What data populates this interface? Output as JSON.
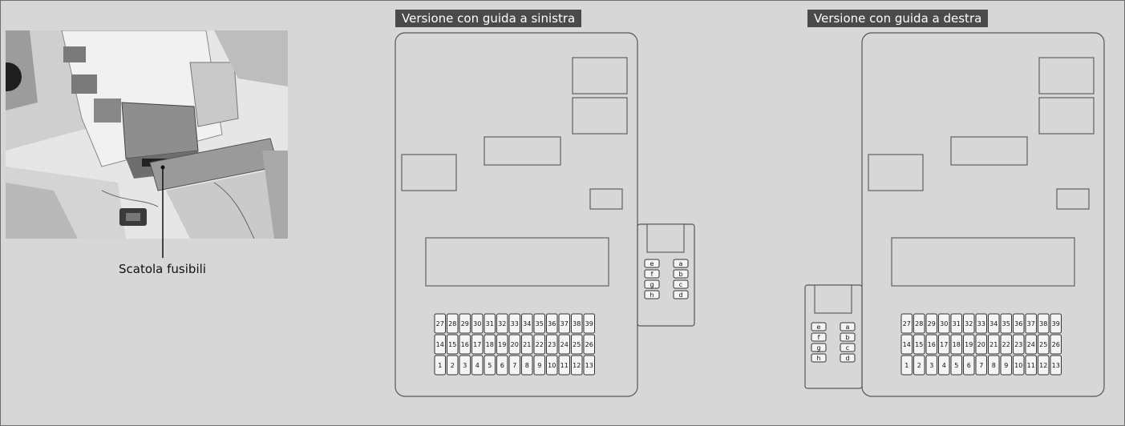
{
  "callout": {
    "label": "Scatola fusibili"
  },
  "panels": [
    {
      "title": "Versione con guida a sinistra"
    },
    {
      "title": "Versione con guida a destra"
    }
  ],
  "fuse_rows": [
    [
      "27",
      "28",
      "29",
      "30",
      "31",
      "32",
      "33",
      "34",
      "35",
      "36",
      "37",
      "38",
      "39"
    ],
    [
      "14",
      "15",
      "16",
      "17",
      "18",
      "19",
      "20",
      "21",
      "22",
      "23",
      "24",
      "25",
      "26"
    ],
    [
      "1",
      "2",
      "3",
      "4",
      "5",
      "6",
      "7",
      "8",
      "9",
      "10",
      "11",
      "12",
      "13"
    ]
  ],
  "sub_fuses": {
    "left_column": [
      "e",
      "f",
      "g",
      "h"
    ],
    "right_column": [
      "a",
      "b",
      "c",
      "d"
    ]
  },
  "colors": {
    "background": "#d7d7d7",
    "title_bg": "#4a4a4a",
    "outline": "#555555"
  }
}
